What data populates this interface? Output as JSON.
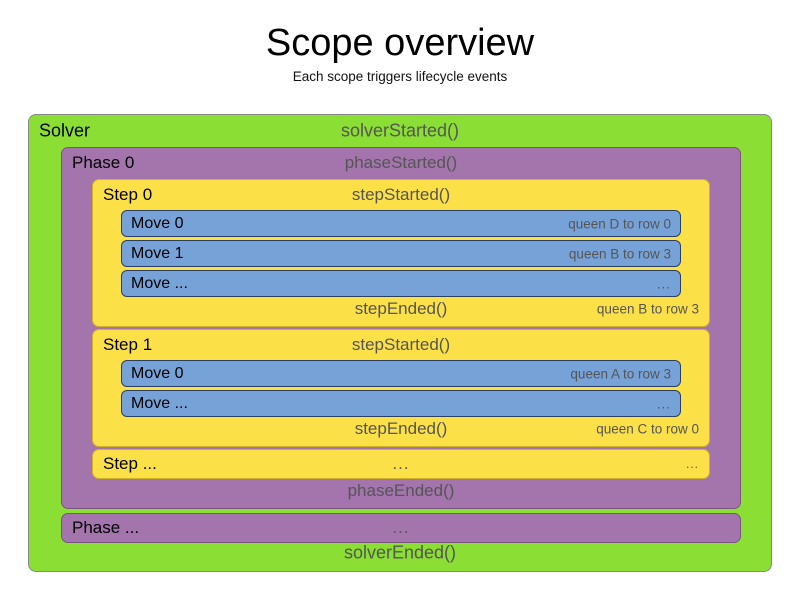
{
  "heading": {
    "title": "Scope overview",
    "subtitle": "Each scope triggers lifecycle events"
  },
  "colors": {
    "solver": "#8BDE33",
    "phase": "#A474AD",
    "step": "#FCE047",
    "move": "#76A2D8",
    "event_text": "#555555",
    "label_text": "#000000",
    "background": "#FFFFFF"
  },
  "solver": {
    "label": "Solver",
    "started_event": "solverStarted()",
    "ended_event": "solverEnded()",
    "phases": [
      {
        "label": "Phase 0",
        "started_event": "phaseStarted()",
        "ended_event": "phaseEnded()",
        "steps": [
          {
            "label": "Step 0",
            "started_event": "stepStarted()",
            "ended_event": "stepEnded()",
            "ended_detail": "queen B to row 3",
            "moves": [
              {
                "label": "Move 0",
                "detail": "queen D to row 0"
              },
              {
                "label": "Move 1",
                "detail": "queen B to row 3"
              },
              {
                "label": "Move ...",
                "detail": "..."
              }
            ]
          },
          {
            "label": "Step 1",
            "started_event": "stepStarted()",
            "ended_event": "stepEnded()",
            "ended_detail": "queen C to row 0",
            "moves": [
              {
                "label": "Move 0",
                "detail": "queen A to row 3"
              },
              {
                "label": "Move ...",
                "detail": "..."
              }
            ]
          }
        ],
        "step_ellipsis": {
          "label": "Step ...",
          "center": "...",
          "right": "..."
        }
      }
    ],
    "phase_ellipsis": {
      "label": "Phase ...",
      "center": "..."
    }
  }
}
